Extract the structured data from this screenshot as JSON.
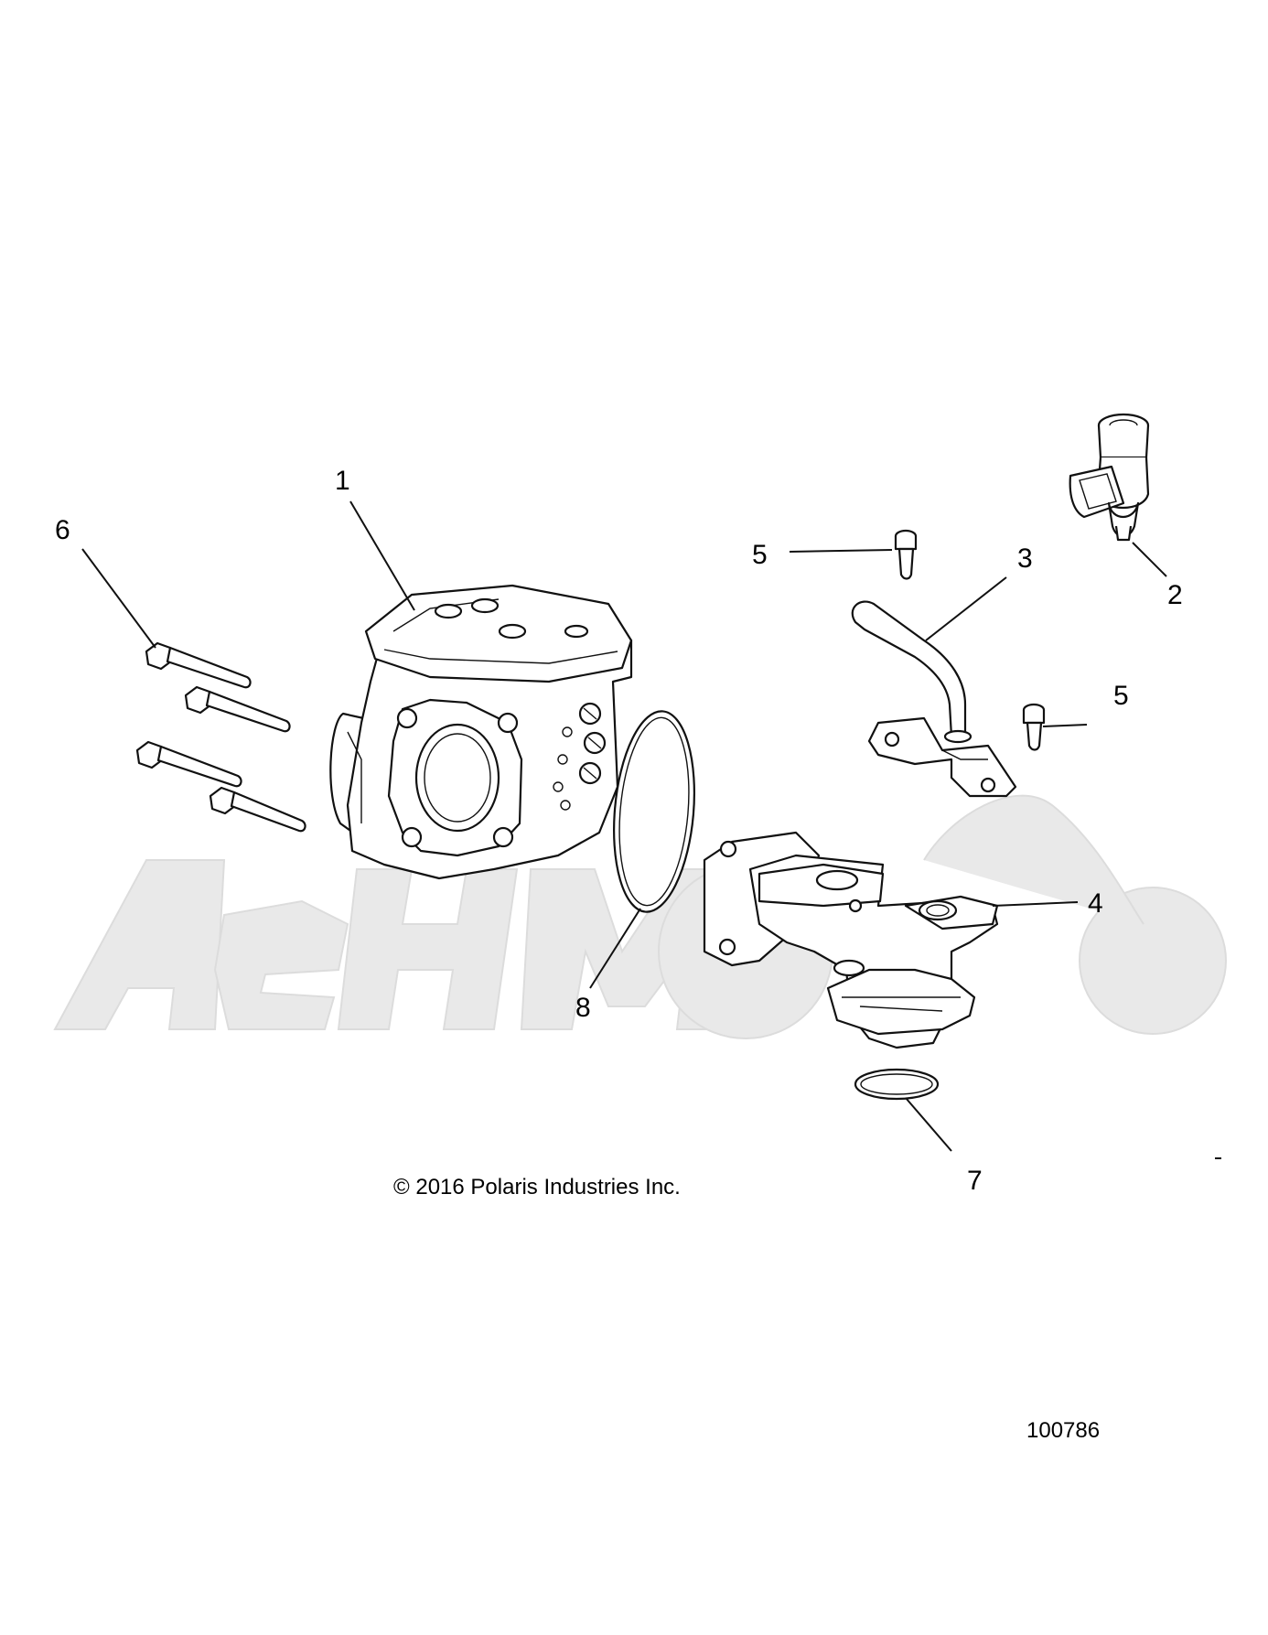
{
  "callouts": [
    "1",
    "2",
    "3",
    "4",
    "5",
    "5",
    "6",
    "7",
    "8"
  ],
  "copyright": "© 2016 Polaris Industries Inc.",
  "figure_number": "100786",
  "watermark_text": "AehMoto",
  "colors": {
    "line": "#111111",
    "watermark": "#e9e9e9",
    "background": "#ffffff"
  }
}
